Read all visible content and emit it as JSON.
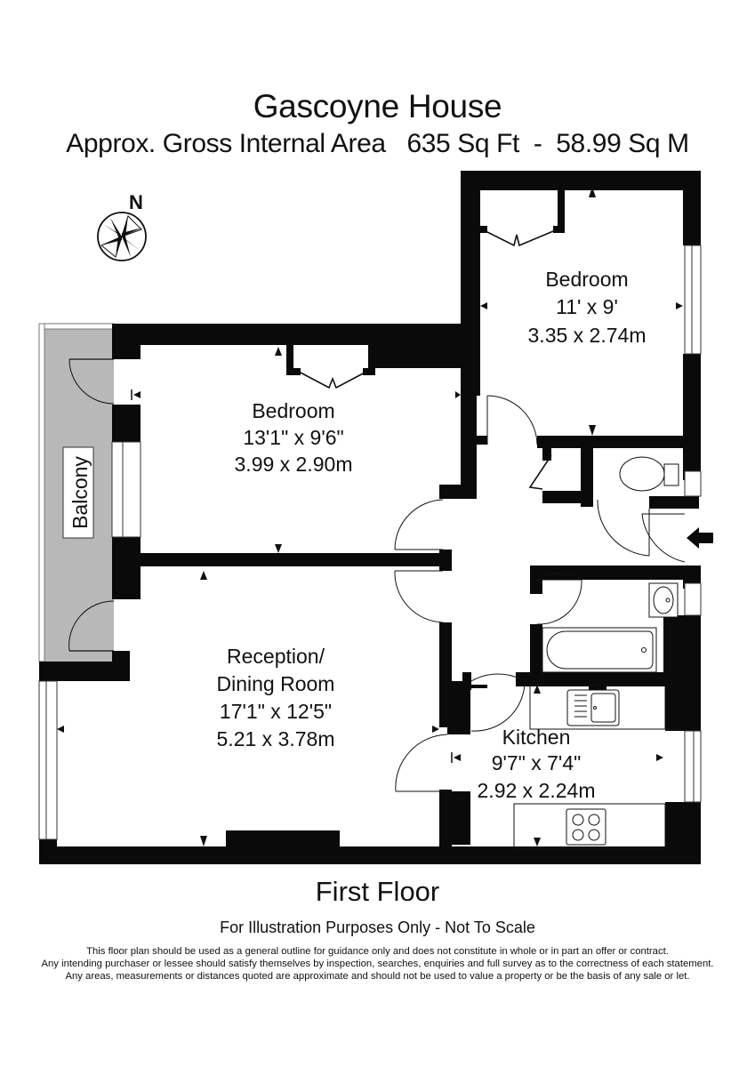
{
  "header": {
    "title": "Gascoyne House",
    "area_label": "Approx. Gross Internal Area",
    "area_sqft": "635 Sq Ft",
    "area_separator": "-",
    "area_sqm": "58.99 Sq M",
    "subtitle": "Approx. Gross Internal Area   635 Sq Ft  -  58.99 Sq M"
  },
  "compass": {
    "icon": "compass-rose-icon",
    "north_label": "N"
  },
  "rooms": [
    {
      "id": "bedroom-1",
      "name": "Bedroom",
      "imperial": "13'1\" x 9'6\"",
      "metric": "3.99 x 2.90m"
    },
    {
      "id": "bedroom-2",
      "name": "Bedroom",
      "imperial": "11' x 9'",
      "metric": "3.35 x 2.74m"
    },
    {
      "id": "reception",
      "name_line1": "Reception/",
      "name_line2": "Dining Room",
      "imperial": "17'1\" x 12'5\"",
      "metric": "5.21 x 3.78m"
    },
    {
      "id": "kitchen",
      "name": "Kitchen",
      "imperial": "9'7\" x 7'4\"",
      "metric": "2.92 x 2.24m"
    },
    {
      "id": "balcony",
      "name": "Balcony"
    }
  ],
  "fixtures": {
    "entrance": "entrance-arrow-icon",
    "toilet": "toilet-icon",
    "basin": "basin-icon",
    "bath": "bath-icon",
    "sink": "kitchen-sink-icon",
    "hob": "hob-icon"
  },
  "colors": {
    "wall": "#0a0a0a",
    "balcony_fill": "#b8b8b8",
    "background": "#ffffff"
  },
  "footer": {
    "floor": "First Floor",
    "illustration_note": "For Illustration Purposes Only - Not To Scale",
    "disclaimer": [
      "This floor plan should be used as a general outline for guidance only and does not constitute in whole or in part an offer or contract.",
      "Any intending purchaser or lessee should satisfy themselves by inspection, searches, enquiries and full survey as to the correctness of each statement.",
      "Any areas, measurements or distances quoted are approximate and should not be used to value a property or be the basis of any sale or let."
    ]
  }
}
